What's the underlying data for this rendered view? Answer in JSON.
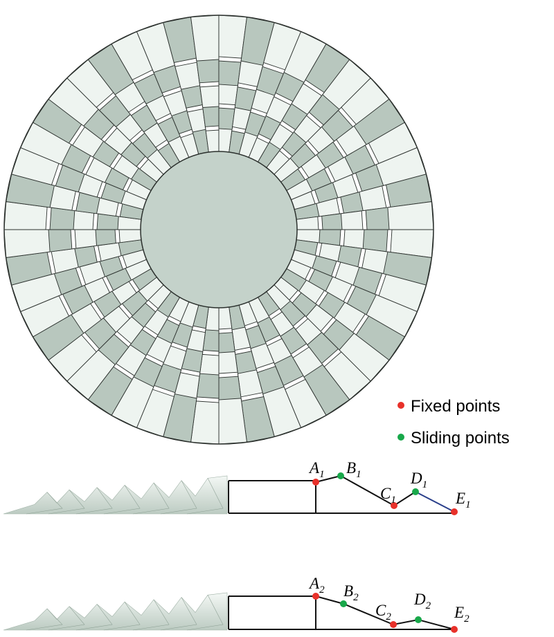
{
  "legend": {
    "fixed": {
      "label": "Fixed points",
      "color": "#e8312a"
    },
    "sliding": {
      "label": "Sliding points",
      "color": "#18a84a"
    }
  },
  "profiles": [
    {
      "points": [
        {
          "letter": "A",
          "sub": "1",
          "type": "fixed"
        },
        {
          "letter": "B",
          "sub": "1",
          "type": "sliding"
        },
        {
          "letter": "C",
          "sub": "1",
          "type": "fixed"
        },
        {
          "letter": "D",
          "sub": "1",
          "type": "sliding"
        },
        {
          "letter": "E",
          "sub": "1",
          "type": "fixed"
        }
      ]
    },
    {
      "points": [
        {
          "letter": "A",
          "sub": "2",
          "type": "fixed"
        },
        {
          "letter": "B",
          "sub": "2",
          "type": "sliding"
        },
        {
          "letter": "C",
          "sub": "2",
          "type": "fixed"
        },
        {
          "letter": "D",
          "sub": "2",
          "type": "sliding"
        },
        {
          "letter": "E",
          "sub": "2",
          "type": "fixed"
        }
      ]
    }
  ],
  "colors": {
    "mesh_fill": "#c9d6cf",
    "mesh_line": "#2b302d",
    "center_disk": "#c4d2ca",
    "profile_line": "#111111",
    "profile_segment_de": "#2a3f8a"
  },
  "mesh": {
    "radial_divisions": 48,
    "ring_count": 5
  }
}
